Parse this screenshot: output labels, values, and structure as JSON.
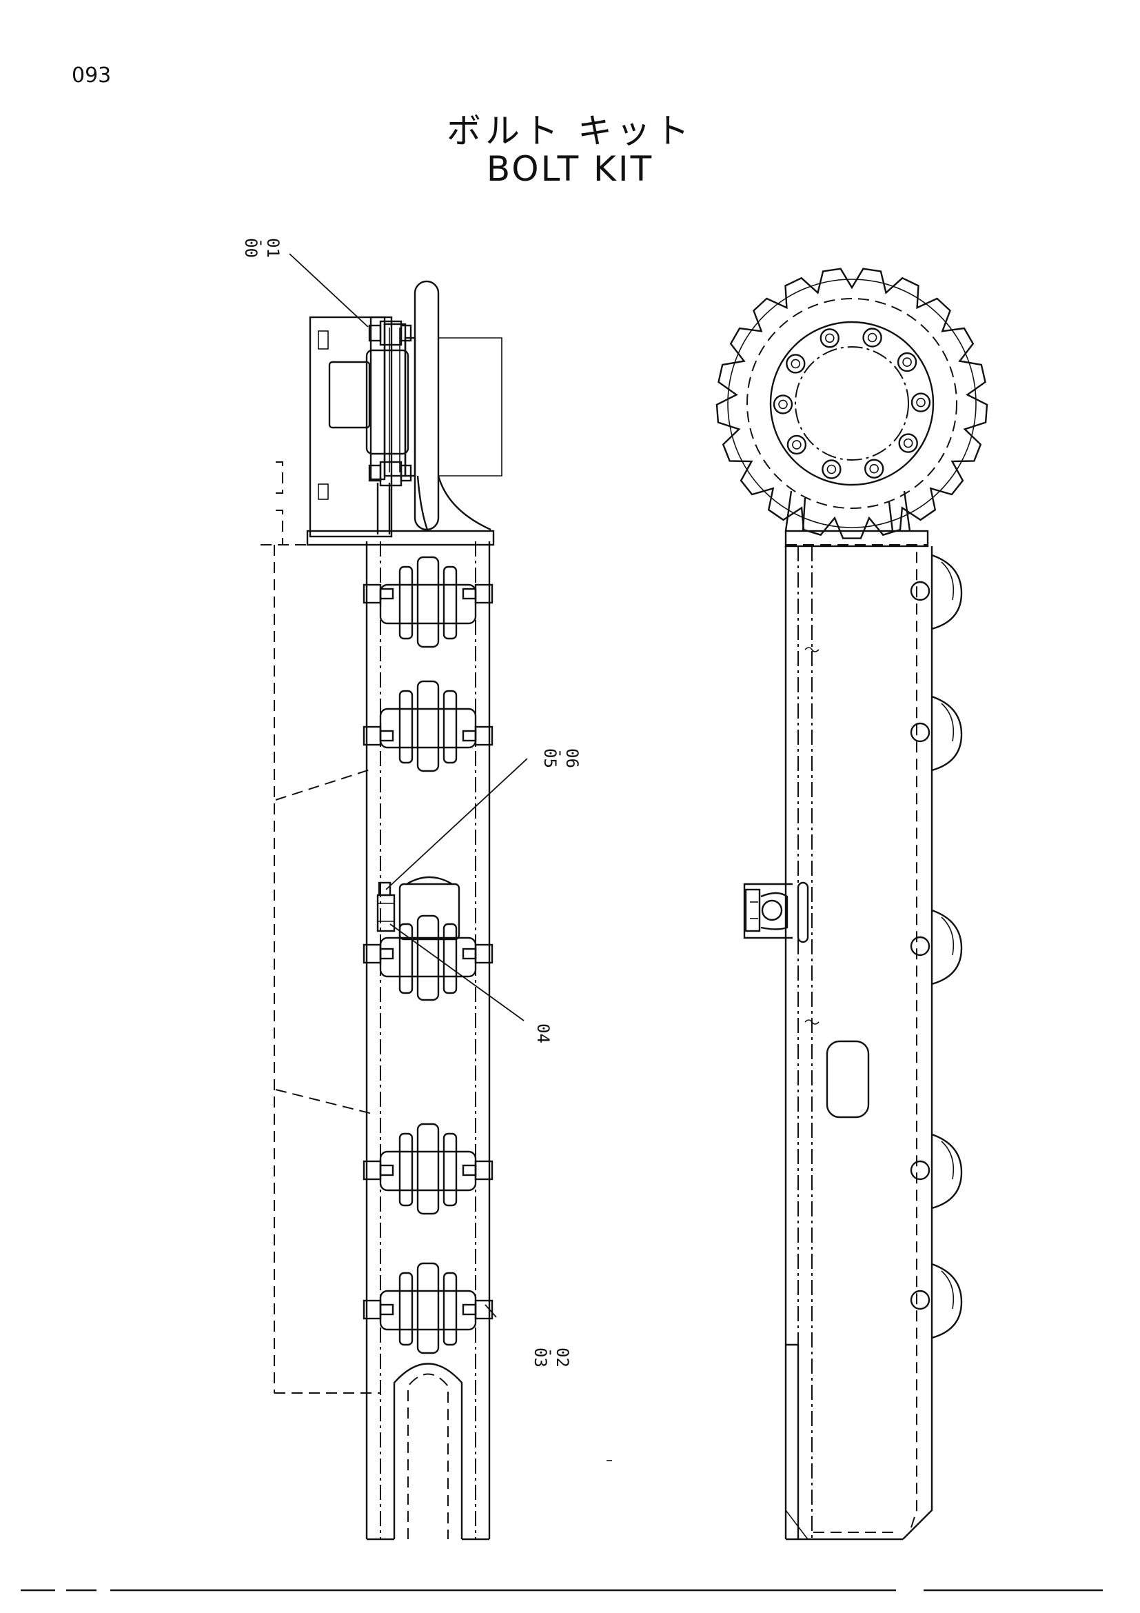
{
  "page_number": "093",
  "title_jp": "ボルト キット",
  "title_en": "BOLT KIT",
  "callouts": {
    "c1": {
      "a": "00",
      "b": "01",
      "sep": "-"
    },
    "c2": {
      "a": "05",
      "b": "06",
      "sep": "-"
    },
    "c3": {
      "a": "04"
    },
    "c4": {
      "a": "03",
      "b": "02",
      "sep": "-"
    }
  }
}
